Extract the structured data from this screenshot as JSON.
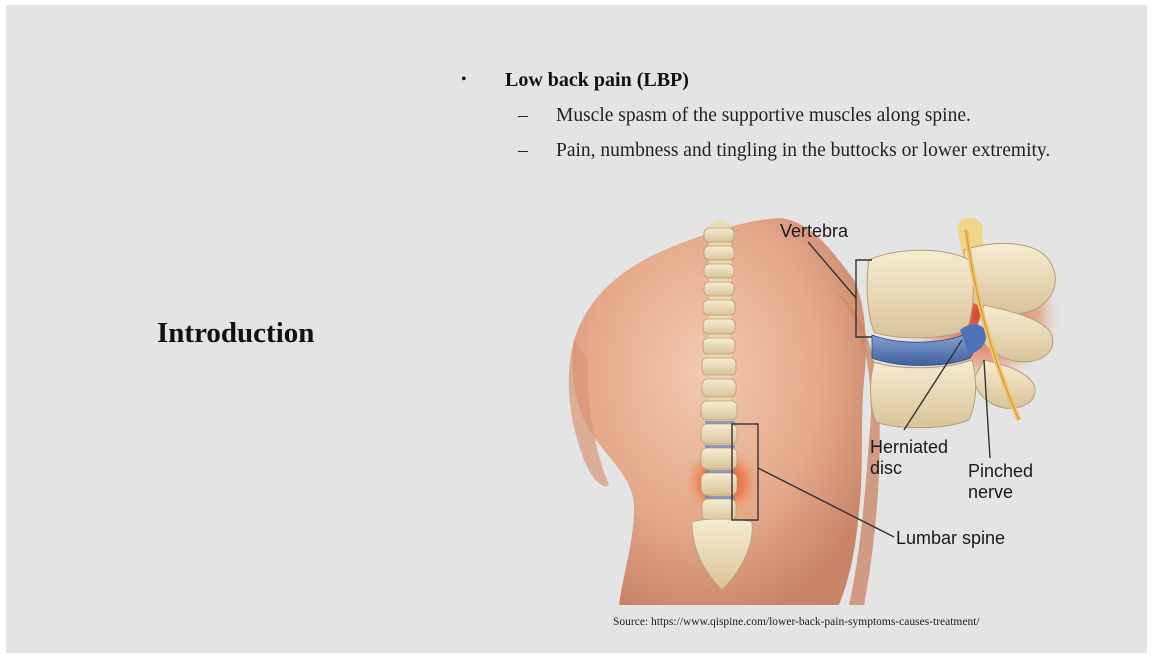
{
  "slide": {
    "title": "Introduction",
    "bullet": {
      "marker": "•",
      "text": "Low back pain (LBP)",
      "sub_items": [
        {
          "marker": "–",
          "text": "Muscle spasm of the supportive muscles along spine."
        },
        {
          "marker": "–",
          "text": "Pain, numbness and tingling in the buttocks or lower extremity."
        }
      ]
    },
    "figure": {
      "labels": {
        "vertebra": "Vertebra",
        "herniated_1": "Herniated",
        "herniated_2": "disc",
        "pinched_1": "Pinched",
        "pinched_2": "nerve",
        "lumbar": "Lumbar spine"
      }
    },
    "source": "Source: https://www.qispine.com/lower-back-pain-symptoms-causes-treatment/"
  }
}
